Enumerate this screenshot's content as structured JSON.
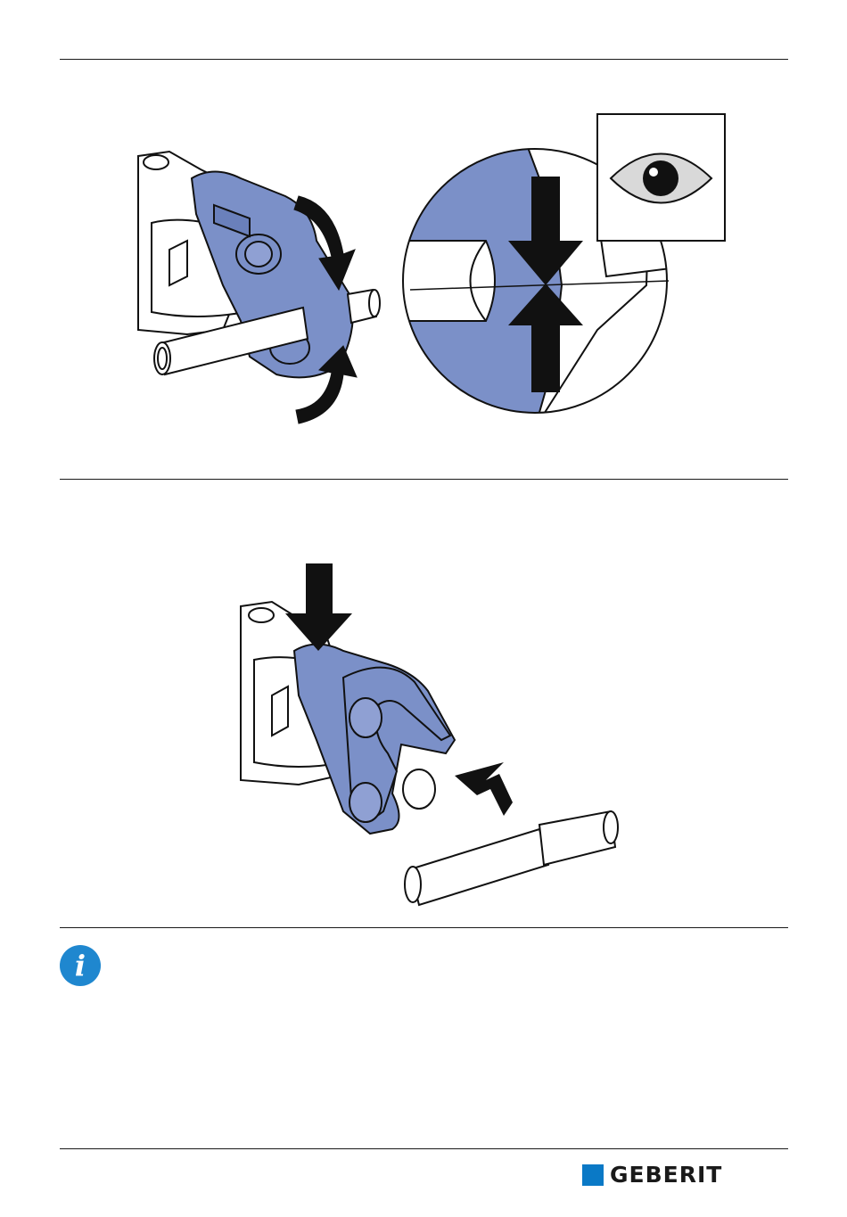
{
  "page": {
    "background": "#ffffff"
  },
  "colors": {
    "tool_blue": "#7b90c8",
    "outline": "#111111",
    "info_blue": "#1f87cf",
    "logo_blue": "#0a79c6"
  },
  "figures": [
    {
      "id": "step-1",
      "elements": [
        "press-tool-jaw-closing-icon",
        "rotation-arrow-icon",
        "magnified-detail-icon",
        "eye-icon",
        "arrow-up-icon",
        "arrow-down-icon"
      ]
    },
    {
      "id": "step-2",
      "elements": [
        "press-tool-jaw-open-icon",
        "arrow-down-icon",
        "arrow-insert-icon",
        "pipe-fitting-icon"
      ]
    }
  ],
  "info": {
    "icon": "info-icon",
    "glyph": "i"
  },
  "footer": {
    "brand": "GEBERIT"
  }
}
